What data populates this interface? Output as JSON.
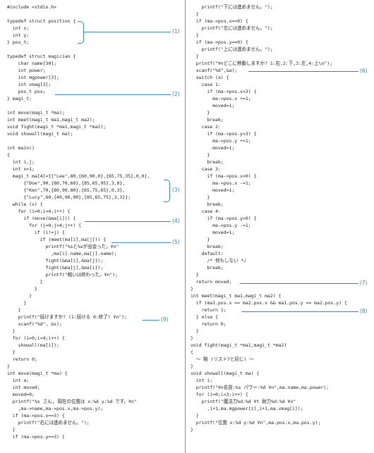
{
  "document": {
    "left_column_lines": [
      "#include <stdio.h>",
      "",
      "typedef struct position {",
      "  int x;",
      "  int y;",
      "} pos_t;",
      "",
      "typedef struct magician {",
      "    char name[30];",
      "    int power;",
      "    int mgpower[3];",
      "    int vmag[3];",
      "    pos_t pos;",
      "} magi_t;",
      "",
      "int move(magi_t *ma);",
      "int meet(magi_t ma1,magi_t ma2);",
      "void fight(magi_t *ma1,magi_t *ma2);",
      "void showall(magi_t ma);",
      "",
      "int main()",
      "{",
      "  int i,j;",
      "  int x=1;",
      "  magi_t ma[4]={{\"Lee\",80,{60,90,0},{65,75,35},0,0},",
      "      {\"Doe\",90,{80,70,60},{85,65,95},3,0},",
      "      {\"Ken\",70,{80,90,80},{65,75,65},0,3},",
      "      {\"Lucy\",60,{40,90,90},{85,65,75},3,3}};",
      "  while (x) {",
      "    for (i=0;i<4;i++) {",
      "      if (move(&ma[i])) {",
      "        for (j=0;j<4;j++) {",
      "          if (i!=j) {",
      "            if (meet(ma[i],ma[j])) {",
      "              printf(\"%sと%sが出会った。¥n\"",
      "                ,ma[i].name,ma[j].name);",
      "              fight(&ma[i],&ma[j]);",
      "              fight(&ma[j],&ma[i]);",
      "              printf(\"戦いは終わった。¥n\");",
      "            }",
      "          }",
      "        }",
      "      }",
      "    }",
      "    printf(\"続けますか? (1:続ける 0:終了) ¥n\");",
      "    scanf(\"%d\", &x);",
      "  }",
      "  for (i=0;i<4;i++) {",
      "    showall(ma[i]);",
      "  }",
      "  return 0;",
      "}",
      "int move(magi_t *ma) {",
      "  int a;",
      "  int moved;",
      "  moved=0;",
      "  printf(\"%s さん, 現在の位置は x:%d y:%d です。¥n\"",
      "    ,ma->name,ma->pos.x,ma->pos.y);",
      "  if (ma->pos.x==3) {",
      "    printf(\"右には進めません。\");",
      "  }",
      "  if (ma->pos.y==3) {"
    ],
    "right_column_lines": [
      "    printf(\"下には進めません。\");",
      "  }",
      "  if (ma->pos.x==0) {",
      "    printf(\"左には進めません。\");",
      "  }",
      "  if (ma->pos.y==0) {",
      "    printf(\"上には進めません。\");",
      "  }",
      "  printf(\"¥nどこに移動しますか? 1:右,2:下,3:左,4:上\\n\");",
      "  scanf(\"%d\",&a);",
      "  switch (a) {",
      "    case 1:",
      "      if (ma->pos.x<3) {",
      "        ma->pos.x +=1;",
      "        moved=1;",
      "      }",
      "      break;",
      "    case 2:",
      "      if (ma->pos.y<3) {",
      "        ma->pos.y +=1;",
      "        moved=1;",
      "      }",
      "      break;",
      "    case 3:",
      "      if (ma->pos.x>0) {",
      "        ma->pos.x -=1;",
      "        moved=1;",
      "      }",
      "      break;",
      "    case 4:",
      "      if (ma->pos.y>0) {",
      "        ma->pos.y -=1;",
      "        moved=1;",
      "      }",
      "      break;",
      "    default:",
      "      /* 何もしない */",
      "      break;",
      "  }",
      "  return moved;",
      "}",
      "int meet(magi_t ma1,magi_t ma2) {",
      "  if (ma1.pos.x == ma2.pos.x && ma1.pos.y == ma2.pos.y) {",
      "    return 1;",
      "  } else {",
      "    return 0;",
      "  }",
      "}",
      "void fight(magi_t *ma1,magi_t *ma2)",
      "{",
      "  ～ 略 (リスト7と同じ) ～",
      "}",
      "void showall(magi_t ma) {",
      "  int i;",
      "  printf(\"¥n名前:%s パワー:%d ¥n\",ma.name,ma.power);",
      "  for (i=0;i<3;i++) {",
      "    printf(\"魔法力%d:%d ¥t 耐力%d:%d ¥n\"",
      "      ,i+1,ma.mgpower[i],i+1,ma.vmag[i]);",
      "  }",
      "  printf(\"位置 x:%d y:%d ¥n\",ma.pos.x,ma.pos.y);",
      "}"
    ]
  },
  "annotations": [
    {
      "label": "(1)",
      "color": "#2a87c4"
    },
    {
      "label": "(2)",
      "color": "#2a87c4"
    },
    {
      "label": "(3)",
      "color": "#2a87c4"
    },
    {
      "label": "(4)",
      "color": "#2a87c4"
    },
    {
      "label": "(5)",
      "color": "#2a87c4"
    },
    {
      "label": "(9)",
      "color": "#2a87c4"
    },
    {
      "label": "(6)",
      "color": "#2a87c4"
    },
    {
      "label": "(7)",
      "color": "#2a87c4"
    },
    {
      "label": "(8)",
      "color": "#2a87c4"
    }
  ]
}
